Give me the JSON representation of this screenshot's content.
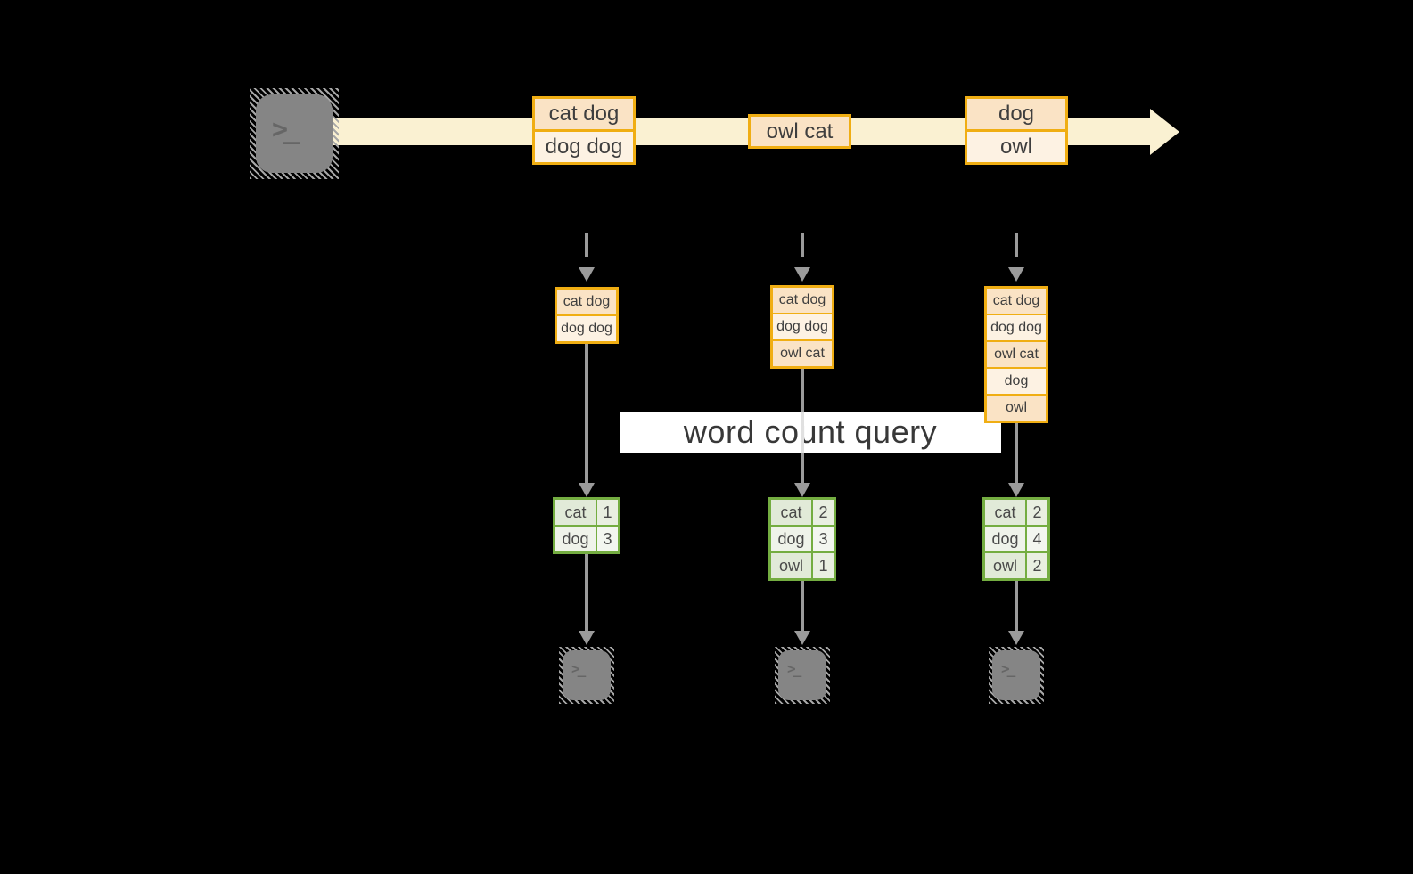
{
  "query": {
    "label": "word count query"
  },
  "source": {
    "icon": "terminal-icon",
    "prompt": ">_"
  },
  "stream": {
    "events": [
      {
        "rows": [
          "cat dog",
          "dog dog"
        ]
      },
      {
        "rows": [
          "owl cat"
        ]
      },
      {
        "rows": [
          "dog",
          "owl"
        ]
      }
    ]
  },
  "snapshots": [
    {
      "input_rows": [
        "cat dog",
        "dog dog"
      ],
      "result": {
        "rows": [
          {
            "word": "cat",
            "count": "1"
          },
          {
            "word": "dog",
            "count": "3"
          }
        ]
      },
      "sink": {
        "icon": "terminal-icon",
        "prompt": ">_"
      }
    },
    {
      "input_rows": [
        "cat dog",
        "dog dog",
        "owl cat"
      ],
      "result": {
        "rows": [
          {
            "word": "cat",
            "count": "2"
          },
          {
            "word": "dog",
            "count": "3"
          },
          {
            "word": "owl",
            "count": "1"
          }
        ]
      },
      "sink": {
        "icon": "terminal-icon",
        "prompt": ">_"
      }
    },
    {
      "input_rows": [
        "cat dog",
        "dog dog",
        "owl cat",
        "dog",
        "owl"
      ],
      "result": {
        "rows": [
          {
            "word": "cat",
            "count": "2"
          },
          {
            "word": "dog",
            "count": "4"
          },
          {
            "word": "owl",
            "count": "2"
          }
        ]
      },
      "sink": {
        "icon": "terminal-icon",
        "prompt": ">_"
      }
    }
  ],
  "colors": {
    "background": "#000000",
    "stream_band": "#FAF1D2",
    "record_border": "#F0AE13",
    "record_fill_dark": "#FAE3C5",
    "record_fill_light": "#FDF2E3",
    "result_border": "#74AD41",
    "result_fill_dark": "#E1EAD8",
    "result_fill_light": "#EFF3EA",
    "arrow_gray": "#9B9B9B",
    "terminal_gray": "#858585",
    "query_bg": "#FFFFFF",
    "text": "#3E3E3E"
  }
}
